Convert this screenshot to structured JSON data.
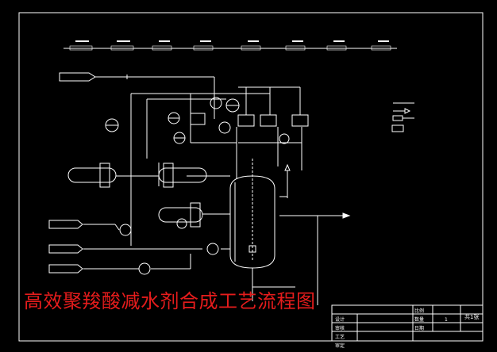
{
  "diagram": {
    "title": "高效聚羧酸减水剂合成工艺流程图",
    "page_count": "共1张",
    "title_block": {
      "labels": [
        "设计",
        "审核",
        "工艺",
        "审定"
      ],
      "cells": [
        "比例",
        "数量",
        "日期"
      ],
      "values": [
        "1"
      ]
    }
  },
  "colors": {
    "background": "#000000",
    "line": "#ffffff",
    "title": "#e51c1c"
  }
}
